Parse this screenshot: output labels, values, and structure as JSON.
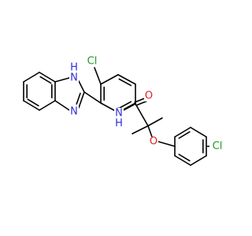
{
  "colors": {
    "bond": "#000000",
    "nitrogen": "#2f2fd8",
    "oxygen": "#e01f1f",
    "chlorine": "#1f9a1f",
    "background": "#ffffff"
  },
  "atom_labels": {
    "nh_imidazole": "H",
    "n_imidazole_top": "N",
    "n_imidazole_bottom": "N",
    "cl_ring": "Cl",
    "amide_nh_n": "N",
    "amide_nh_h": "H",
    "carbonyl_o": "O",
    "ether_o": "O",
    "cl_phenoxy": "Cl"
  }
}
